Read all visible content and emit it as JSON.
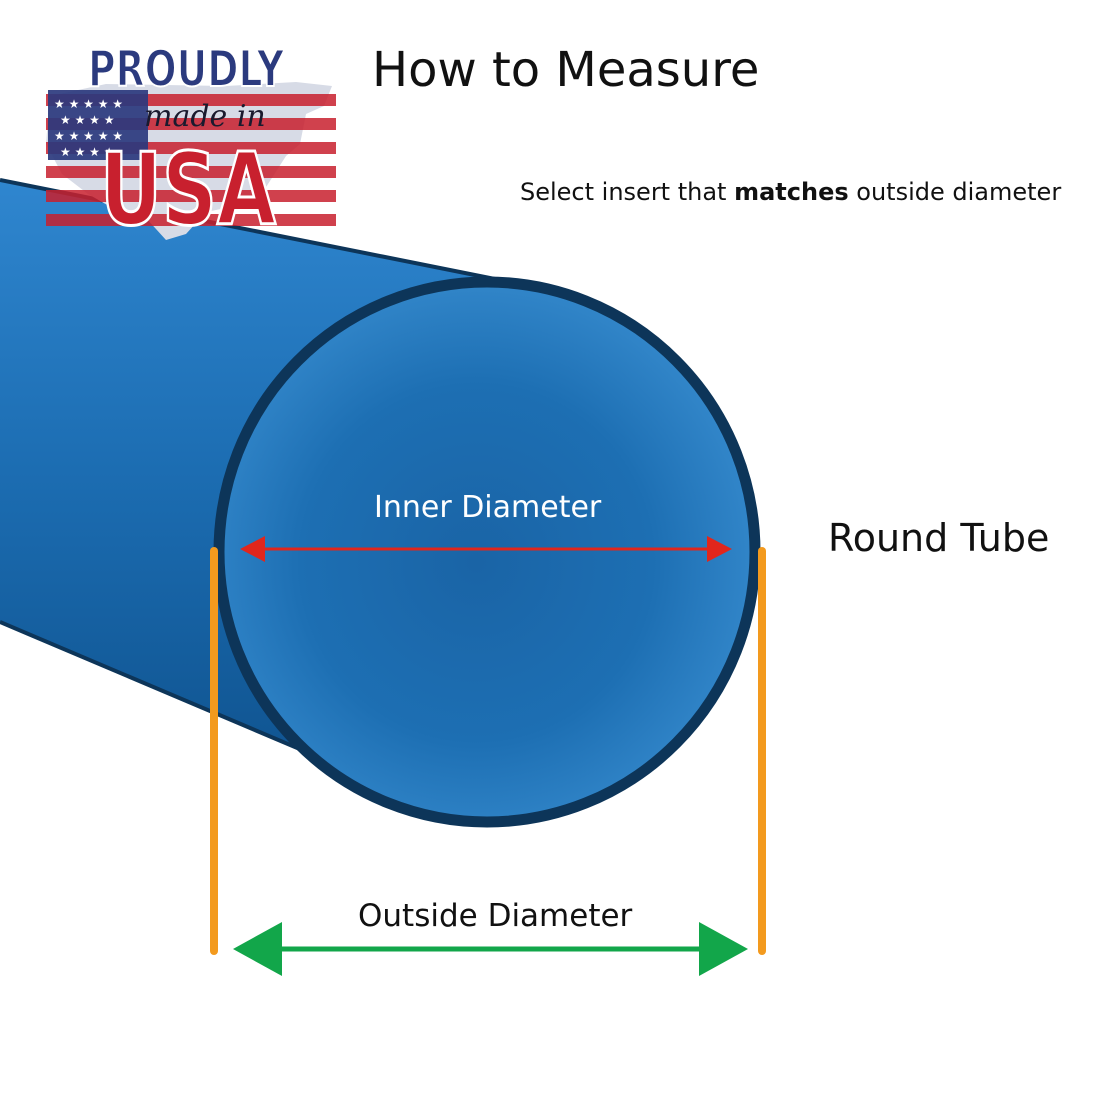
{
  "header": {
    "title": "How to Measure",
    "instruction_prefix": "Select insert that ",
    "instruction_emphasis": "matches",
    "instruction_suffix": " outside diameter"
  },
  "logo": {
    "line1": "PROUDLY",
    "line2": "made in",
    "line3": "USA"
  },
  "diagram": {
    "shape_label": "Round Tube",
    "inner_label": "Inner Diameter",
    "outside_label": "Outside Diameter"
  },
  "colors": {
    "tube_blue": "#1f6fb4",
    "tube_outline": "#0d3559",
    "inner_arrow": "#e1261c",
    "outside_arrow": "#12a64a",
    "guide_lines": "#f39a1e",
    "logo_navy": "#2b3a7e",
    "logo_red": "#c8202e"
  }
}
